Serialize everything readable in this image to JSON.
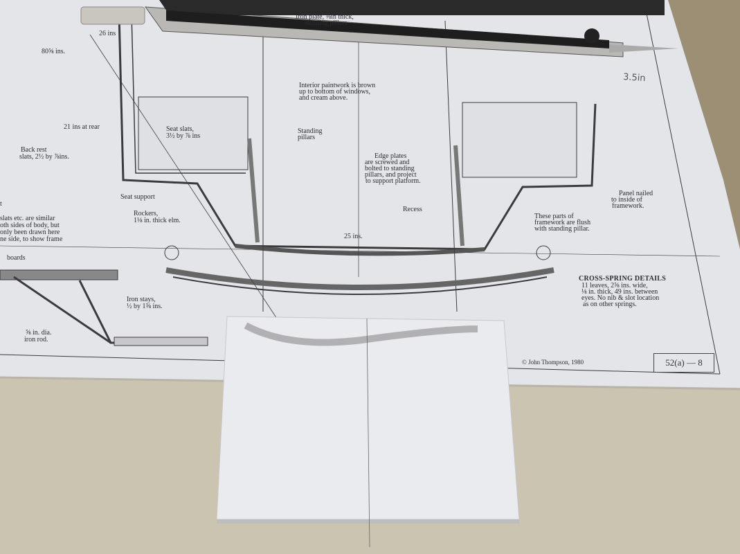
{
  "scene": {
    "description_colors": {
      "table": "#cbc4b1",
      "paper": "#e4e5e9",
      "card": "#eaebef",
      "wood": "#9c8f73",
      "ink": "#2b2b30"
    }
  },
  "drawing": {
    "labels": {
      "dim_26": "26 ins",
      "dim_80": "80⅝ ins.",
      "dim_21": "21 ins at rear",
      "back_rest_1": "Back rest",
      "back_rest_2": "slats, 2½ by ⅞ins.",
      "seat_slats_1": "Seat slats,",
      "seat_slats_2": "3½ by ⅞ ins",
      "seat_support": "Seat support",
      "rockers_1": "Rockers,",
      "rockers_2": "1⅛ in. thick elm.",
      "note_1": "t",
      "note_2": "slats etc. are similar",
      "note_3": "oth sides of body, but",
      "note_4": "only been drawn here",
      "note_5": "ne side, to show frame",
      "iron_plate": "Iron plate, ⅜in thick,",
      "iron_plate_2": "standing pillars",
      "interior_1": "Interior paintwork is brown",
      "interior_2": "up to bottom of windows,",
      "interior_3": "and cream above.",
      "standing_1": "Standing",
      "standing_2": "pillars",
      "edge_1": "Edge plates",
      "edge_2": "are screwed and",
      "edge_3": "bolted to standing",
      "edge_4": "pillars, and project",
      "edge_5": "to support platform.",
      "recess": "Recess",
      "dim_25": "25 ins.",
      "handwritten": "3.5in",
      "panel_1": "Panel nailed",
      "panel_2": "to inside of",
      "panel_3": "framework.",
      "flush_1": "These parts of",
      "flush_2": "framework are flush",
      "flush_3": "with standing pillar.",
      "cross_title": "CROSS-SPRING DETAILS",
      "cross_1": "11 leaves, 2⅝ ins. wide,",
      "cross_2": "⅛ in. thick, 49 ins. between",
      "cross_3": "eyes. No nib & slot location",
      "cross_4": "as on other springs.",
      "boards": "boards",
      "stays_1": "Iron stays,",
      "stays_2": "½ by 1⅜ ins.",
      "rod_1": "⅝ in. dia.",
      "rod_2": "iron rod.",
      "copyright": "© John Thompson, 1980",
      "sheet_number": "52(a) — 8"
    }
  }
}
